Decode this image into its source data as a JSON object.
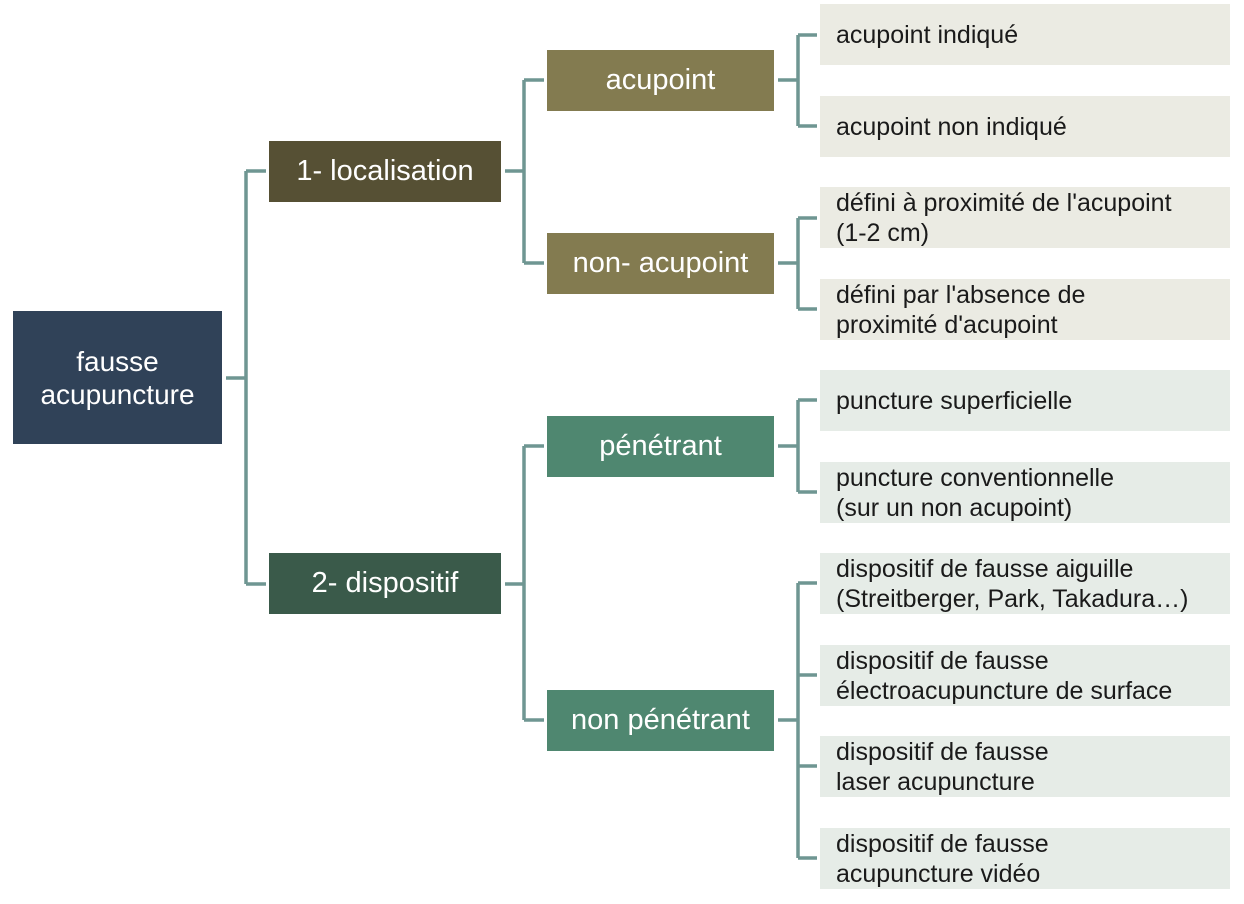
{
  "root": {
    "label": "fausse\nacupuncture"
  },
  "branches": {
    "localisation": {
      "label": "1- localisation",
      "children": {
        "acupoint": {
          "label": "acupoint",
          "leaves": [
            "acupoint indiqué",
            "acupoint non indiqué"
          ]
        },
        "non_acupoint": {
          "label": "non- acupoint",
          "leaves": [
            "défini à proximité de l'acupoint\n(1-2 cm)",
            "défini par l'absence de\nproximité d'acupoint"
          ]
        }
      }
    },
    "dispositif": {
      "label": "2- dispositif",
      "children": {
        "penetrant": {
          "label": "pénétrant",
          "leaves": [
            "puncture superficielle",
            "puncture conventionnelle\n(sur un non acupoint)"
          ]
        },
        "non_penetrant": {
          "label": "non pénétrant",
          "leaves": [
            "dispositif de fausse aiguille\n(Streitberger, Park, Takadura…)",
            "dispositif de fausse\nélectroacupuncture de surface",
            "dispositif de fausse\nlaser acupuncture",
            "dispositif de fausse\nacupuncture vidéo"
          ]
        }
      }
    }
  },
  "colors": {
    "connector": "#6f9692",
    "root": "#304258",
    "localisation": "#565034",
    "dispositif": "#3a5a4a",
    "olive_node": "#837b50",
    "green_node": "#4f8770",
    "olive_leaf": "#ebebe3",
    "green_leaf": "#e6ece7"
  }
}
